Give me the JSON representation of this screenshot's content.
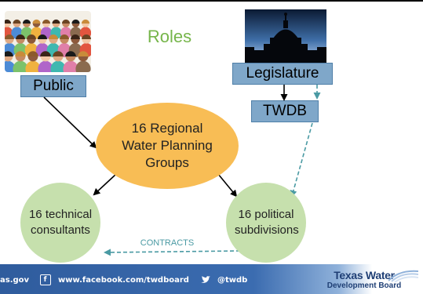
{
  "title": "Roles",
  "nodes": {
    "public": "Public",
    "legislature": "Legislature",
    "twdb": "TWDB",
    "rwpg": "16 Regional Water Planning Groups",
    "consultants": "16 technical consultants",
    "subdivisions": "16 political subdivisions"
  },
  "edge_labels": {
    "contracts": "CONTRACTS"
  },
  "images": {
    "crowd": "crowd-illustration",
    "capitol": "capitol-dome-photo"
  },
  "footer": {
    "website": "as.gov",
    "facebook": "www.facebook.com/twdboard",
    "twitter": "@twdb",
    "logo_main": "Texas Water",
    "logo_sub": "Development Board"
  },
  "colors": {
    "title": "#76b54a",
    "box_fill": "#7fa7c9",
    "rwpg_fill": "#f8bd55",
    "node_fill": "#c6e0ad",
    "dashed_arrow": "#4a9aa3",
    "footer_bar": "#2f5c9d"
  }
}
